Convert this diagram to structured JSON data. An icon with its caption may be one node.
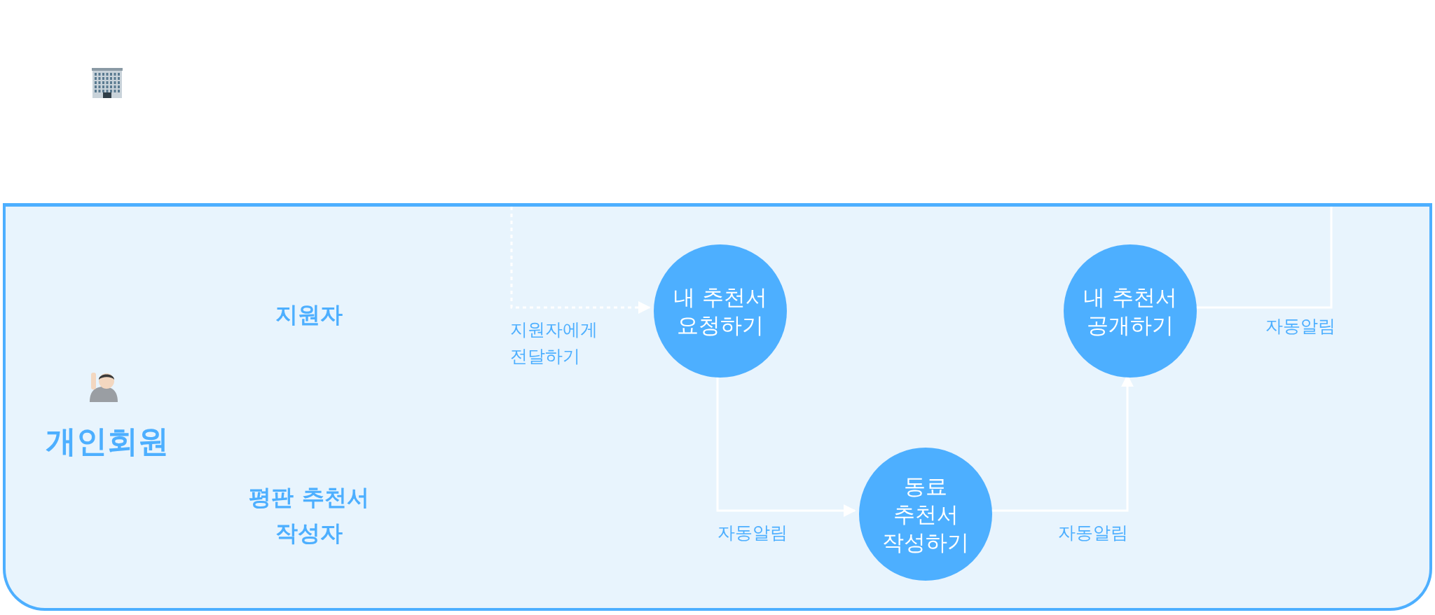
{
  "diagram": {
    "nodes": [
      {
        "text": [
          "개인회원"
        ]
      },
      {
        "text": [
          "지원자"
        ],
        "in": 0
      },
      {
        "text": [
          "내 추천서 요청하기"
        ],
        "in": 1
      },
      {
        "text": [
          "내 추천서 공개하기"
        ],
        "in": 1
      },
      {
        "text": [
          "평판 추천서 작성자"
        ],
        "in": 0
      },
      {
        "text": [
          "동료 추천서 작성하기"
        ],
        "in": 4
      }
    ],
    "edges": [
      {
        "from": null,
        "to": 2,
        "arrow": "to",
        "style": "dashed",
        "label": "지원자에게 전달하기"
      },
      {
        "from": 2,
        "to": 5,
        "arrow": "to",
        "label": "자동알림"
      },
      {
        "from": 5,
        "to": 3,
        "arrow": "to",
        "label": "자동알림"
      },
      {
        "from": 3,
        "to": null,
        "arrow": "none",
        "label": "자동알림"
      }
    ]
  }
}
